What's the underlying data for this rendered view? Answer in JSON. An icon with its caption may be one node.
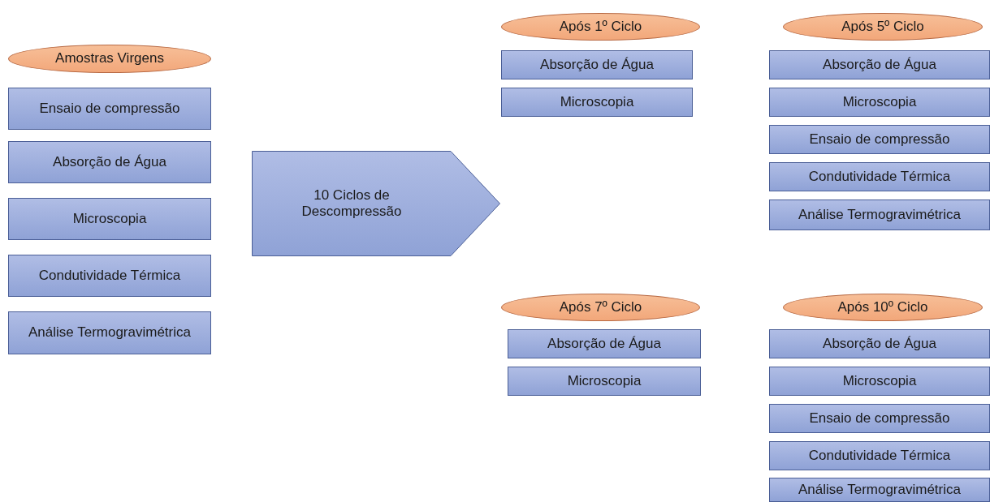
{
  "diagram": {
    "nodes": [
      {
        "text": [
          "Amostras Virgens"
        ]
      },
      {
        "text": [
          "Ensaio de compressão"
        ]
      },
      {
        "text": [
          "Absorção de Água"
        ]
      },
      {
        "text": [
          "Microscopia"
        ]
      },
      {
        "text": [
          "Condutividade Térmica"
        ]
      },
      {
        "text": [
          "Análise Termogravimétrica"
        ]
      },
      {
        "text": [
          "10 Ciclos de Descompressão"
        ]
      },
      {
        "text": [
          "Após 1º Ciclo"
        ]
      },
      {
        "text": [
          "Absorção de Água"
        ]
      },
      {
        "text": [
          "Microscopia"
        ]
      },
      {
        "text": [
          "Após 5º Ciclo"
        ]
      },
      {
        "text": [
          "Absorção de Água"
        ]
      },
      {
        "text": [
          "Microscopia"
        ]
      },
      {
        "text": [
          "Ensaio de compressão"
        ]
      },
      {
        "text": [
          "Condutividade Térmica"
        ]
      },
      {
        "text": [
          "Análise Termogravimétrica"
        ]
      },
      {
        "text": [
          "Após 7º Ciclo"
        ]
      },
      {
        "text": [
          "Absorção de Água"
        ]
      },
      {
        "text": [
          "Microscopia"
        ]
      },
      {
        "text": [
          "Após 10º Ciclo"
        ]
      },
      {
        "text": [
          "Absorção de Água"
        ]
      },
      {
        "text": [
          "Microscopia"
        ]
      },
      {
        "text": [
          "Ensaio de compressão"
        ]
      },
      {
        "text": [
          "Condutividade Térmica"
        ]
      },
      {
        "text": [
          "Análise Termogravimétrica"
        ]
      }
    ]
  }
}
